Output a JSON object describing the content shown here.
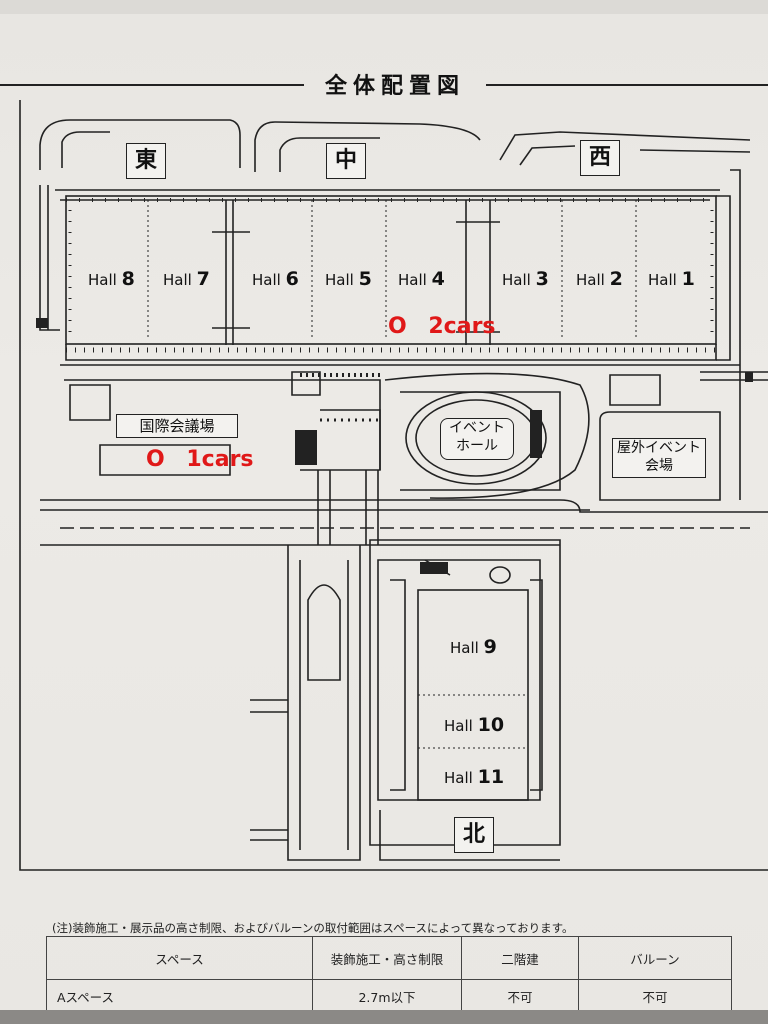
{
  "title": "全体配置図",
  "zones": {
    "east": "東",
    "center": "中",
    "west": "西",
    "north": "北"
  },
  "halls": [
    {
      "name": "Hall",
      "num": "8"
    },
    {
      "name": "Hall",
      "num": "7"
    },
    {
      "name": "Hall",
      "num": "6"
    },
    {
      "name": "Hall",
      "num": "5"
    },
    {
      "name": "Hall",
      "num": "4"
    },
    {
      "name": "Hall",
      "num": "3"
    },
    {
      "name": "Hall",
      "num": "2"
    },
    {
      "name": "Hall",
      "num": "1"
    },
    {
      "name": "Hall",
      "num": "9"
    },
    {
      "name": "Hall",
      "num": "10"
    },
    {
      "name": "Hall",
      "num": "11"
    }
  ],
  "facilities": {
    "conference": "国際会議場",
    "event_hall_1": "イベント",
    "event_hall_2": "ホール",
    "outdoor_1": "屋外イベント",
    "outdoor_2": "会場"
  },
  "markers": [
    {
      "symbol": "O",
      "label": "2cars"
    },
    {
      "symbol": "O",
      "label": "1cars"
    }
  ],
  "note": "(注)装飾施工・展示品の高さ制限、およびバルーンの取付範囲はスペースによって異なっております。",
  "table": {
    "headers": [
      "スペース",
      "装飾施工・高さ制限",
      "二階建",
      "バルーン"
    ],
    "rows": [
      [
        "Aスペース",
        "2.7m以下",
        "不可",
        "不可"
      ]
    ]
  },
  "colors": {
    "marker": "#e01818",
    "lines": "#222222",
    "paper": "#eceae6"
  }
}
